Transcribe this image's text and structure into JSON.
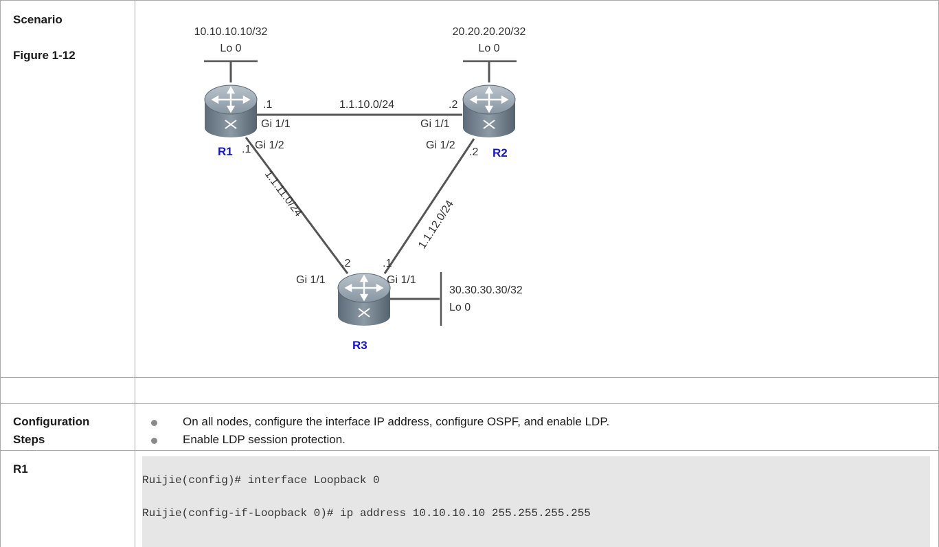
{
  "table": {
    "row1": {
      "label1": "Scenario",
      "label2": "Figure 1-12"
    },
    "row3": {
      "label1": "Configuration",
      "label2": "Steps",
      "bullets": [
        "On all nodes, configure the interface IP address, configure OSPF, and enable LDP.",
        "Enable LDP session protection."
      ]
    },
    "row4": {
      "label": "R1",
      "code": [
        "Ruijie(config)# interface Loopback 0",
        "Ruijie(config-if-Loopback 0)# ip address 10.10.10.10 255.255.255.255"
      ]
    }
  },
  "diagram": {
    "routers": {
      "r1": "R1",
      "r2": "R2",
      "r3": "R3"
    },
    "loopbacks": {
      "r1_addr": "10.10.10.10/32",
      "r1_if": "Lo 0",
      "r2_addr": "20.20.20.20/32",
      "r2_if": "Lo 0",
      "r3_addr": "30.30.30.30/32",
      "r3_if": "Lo 0"
    },
    "links": {
      "r1_r2": "1.1.10.0/24",
      "r1_r3": "1.1.11.0/24",
      "r2_r3": "1.1.12.0/24"
    },
    "ports": {
      "r1_top_host": ".1",
      "r1_top_if": "Gi 1/1",
      "r1_diag_if": "Gi 1/2",
      "r1_diag_host": ".1",
      "r2_top_host": ".2",
      "r2_top_if": "Gi 1/1",
      "r2_diag_if": "Gi 1/2",
      "r2_diag_host": ".2",
      "r3_left_host": ".2",
      "r3_left_if": "Gi 1/1",
      "r3_right_host": ".1",
      "r3_right_if": "Gi 1/1"
    },
    "colors": {
      "router_label": "#1515c9",
      "line": "#555555",
      "router_body": "#6f7f8c"
    }
  }
}
